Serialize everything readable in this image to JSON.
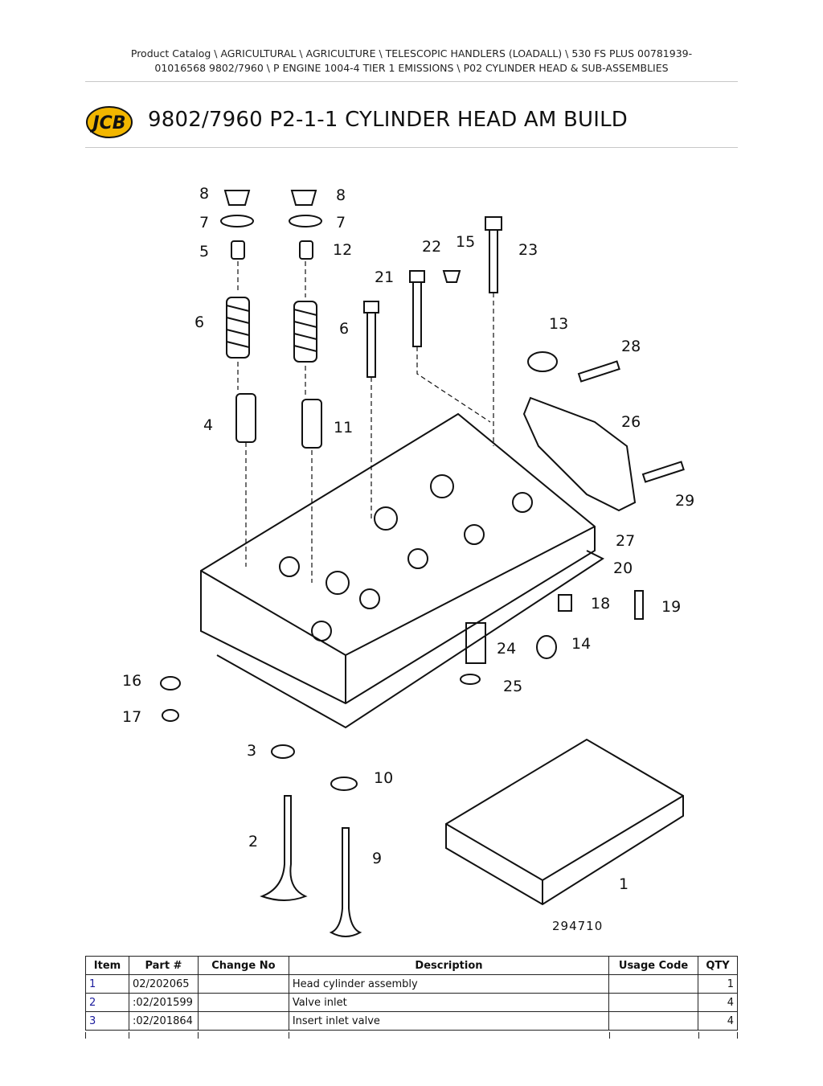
{
  "breadcrumb": {
    "line1": "Product Catalog  \\  AGRICULTURAL  \\  AGRICULTURE  \\  TELESCOPIC HANDLERS (LOADALL)  \\  530 FS PLUS 00781939-",
    "line2": "01016568 9802/7960  \\  P ENGINE 1004-4 TIER 1 EMISSIONS  \\  P02 CYLINDER HEAD & SUB-ASSEMBLIES"
  },
  "logo": {
    "text": "JCB",
    "color": "#f2b600"
  },
  "page_title": "9802/7960 P2-1-1 CYLINDER HEAD AM BUILD",
  "diagram": {
    "reference_number": "294710",
    "callouts": [
      "8",
      "7",
      "5",
      "6",
      "4",
      "8",
      "7",
      "12",
      "6",
      "11",
      "22",
      "15",
      "23",
      "21",
      "13",
      "28",
      "26",
      "29",
      "27",
      "20",
      "18",
      "19",
      "14",
      "24",
      "25",
      "16",
      "17",
      "3",
      "10",
      "2",
      "9",
      "1"
    ]
  },
  "table": {
    "headers": {
      "item": "Item",
      "part": "Part #",
      "change": "Change No",
      "description": "Description",
      "usage": "Usage Code",
      "qty": "QTY"
    },
    "rows": [
      {
        "item": "1",
        "part": "02/202065",
        "change": "",
        "description": "Head cylinder assembly",
        "usage": "",
        "qty": "1"
      },
      {
        "item": "2",
        "part": ":02/201599",
        "change": "",
        "description": "Valve inlet",
        "usage": "",
        "qty": "4"
      },
      {
        "item": "3",
        "part": ":02/201864",
        "change": "",
        "description": "Insert inlet valve",
        "usage": "",
        "qty": "4"
      }
    ]
  }
}
